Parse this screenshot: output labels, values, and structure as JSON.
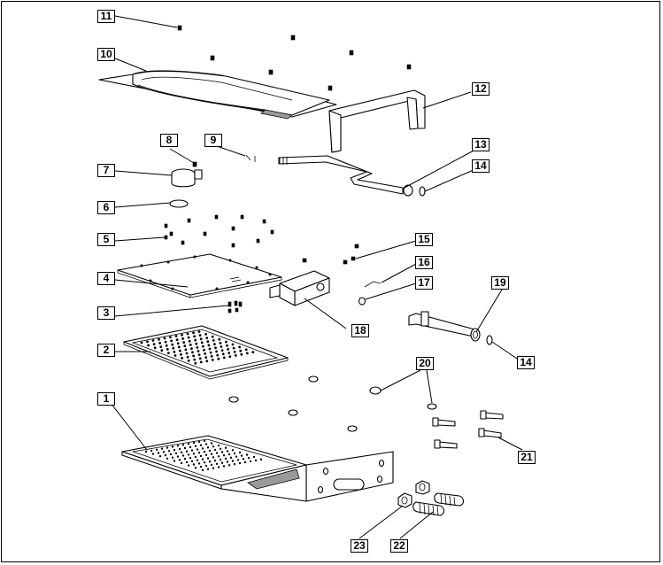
{
  "diagram": {
    "callouts": [
      {
        "id": "11",
        "label": "11"
      },
      {
        "id": "10",
        "label": "10"
      },
      {
        "id": "12",
        "label": "12"
      },
      {
        "id": "8",
        "label": "8"
      },
      {
        "id": "9",
        "label": "9"
      },
      {
        "id": "7",
        "label": "7"
      },
      {
        "id": "13",
        "label": "13"
      },
      {
        "id": "14a",
        "label": "14"
      },
      {
        "id": "6",
        "label": "6"
      },
      {
        "id": "5",
        "label": "5"
      },
      {
        "id": "15",
        "label": "15"
      },
      {
        "id": "16",
        "label": "16"
      },
      {
        "id": "4",
        "label": "4"
      },
      {
        "id": "17",
        "label": "17"
      },
      {
        "id": "19",
        "label": "19"
      },
      {
        "id": "3",
        "label": "3"
      },
      {
        "id": "18",
        "label": "18"
      },
      {
        "id": "14b",
        "label": "14"
      },
      {
        "id": "2",
        "label": "2"
      },
      {
        "id": "20",
        "label": "20"
      },
      {
        "id": "1",
        "label": "1"
      },
      {
        "id": "21",
        "label": "21"
      },
      {
        "id": "23",
        "label": "23"
      },
      {
        "id": "22",
        "label": "22"
      }
    ]
  }
}
